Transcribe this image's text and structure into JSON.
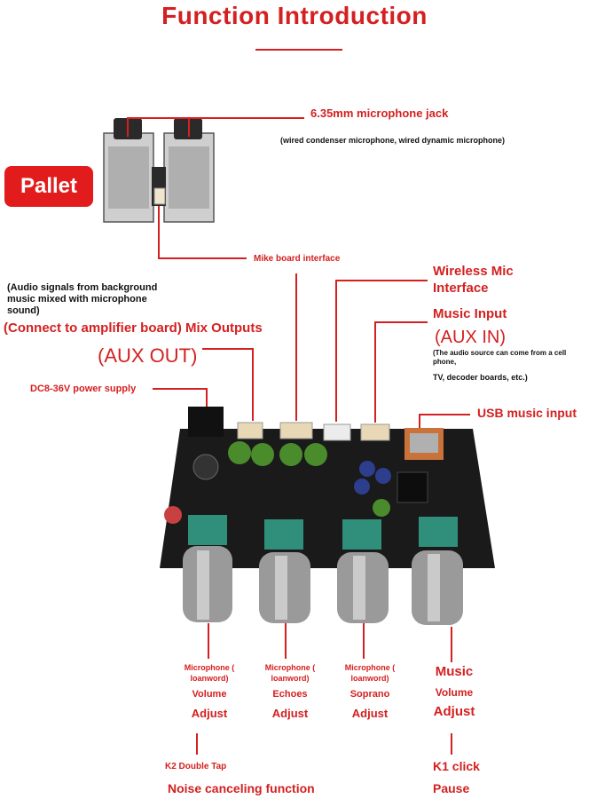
{
  "title": "Function Introduction",
  "pallet_label": "Pallet",
  "mic_jack": {
    "title": "6.35mm microphone jack",
    "subtitle": "(wired condenser microphone, wired dynamic microphone)"
  },
  "mike_board": "Mike board interface",
  "mix_outputs": {
    "note": "(Audio signals from background music mixed with microphone sound)",
    "title": "(Connect to amplifier board) Mix Outputs",
    "aux": "(AUX OUT)"
  },
  "power": "DC8-36V power supply",
  "wireless_mic": "Wireless Mic Interface",
  "music_input": {
    "title": "Music Input",
    "aux": "(AUX IN)",
    "note1": "(The audio source can come from a cell phone,",
    "note2": "TV, decoder boards, etc.)"
  },
  "usb": "USB music input",
  "knobs": [
    {
      "line1": "Microphone (",
      "line2": "loanword)",
      "line3": "Volume",
      "line4": "Adjust"
    },
    {
      "line1": "Microphone (",
      "line2": "loanword)",
      "line3": "Echoes",
      "line4": "Adjust"
    },
    {
      "line1": "Microphone (",
      "line2": "loanword)",
      "line3": "Soprano",
      "line4": "Adjust"
    },
    {
      "line1": "Music",
      "line2": "",
      "line3": "Volume",
      "line4": "Adjust"
    }
  ],
  "k2": {
    "title": "K2 Double Tap",
    "function": "Noise canceling function"
  },
  "k1": {
    "title": "K1 click",
    "function": "Pause"
  },
  "colors": {
    "accent": "#d42020",
    "board": "#1a1a1a",
    "pot": "#2f8f7a"
  }
}
